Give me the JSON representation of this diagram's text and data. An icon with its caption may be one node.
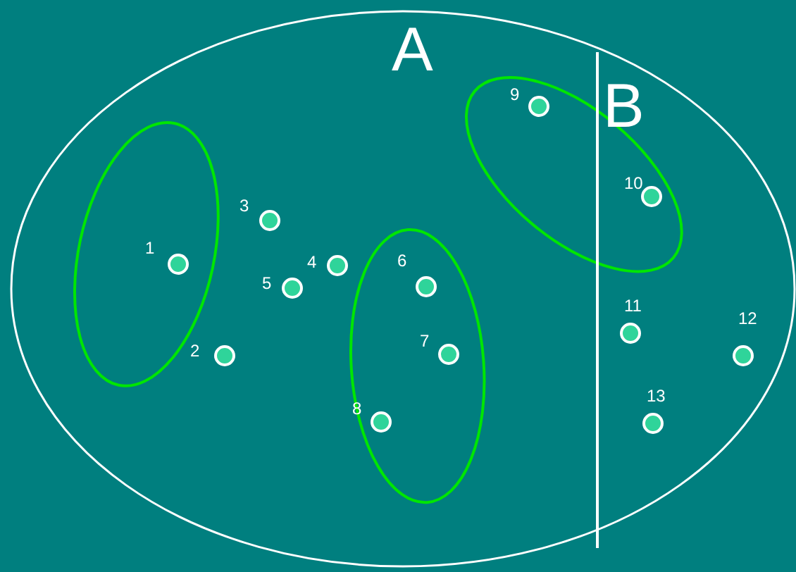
{
  "diagram": {
    "nodes": [
      {
        "text": [
          "A"
        ]
      },
      {
        "text": [],
        "shape": "ellipse",
        "in": 0
      },
      {
        "text": [],
        "shape": "circle",
        "in": 1,
        "beside": [
          "1"
        ]
      },
      {
        "text": [],
        "shape": "circle",
        "in": 0,
        "beside": [
          "2"
        ]
      },
      {
        "text": [],
        "shape": "circle",
        "in": 0,
        "beside": [
          "3"
        ]
      },
      {
        "text": [],
        "shape": "circle",
        "in": 0,
        "beside": [
          "4"
        ]
      },
      {
        "text": [],
        "shape": "circle",
        "in": 0,
        "beside": [
          "5"
        ]
      },
      {
        "text": [],
        "shape": "ellipse",
        "in": 0
      },
      {
        "text": [],
        "shape": "circle",
        "in": 7,
        "beside": [
          "6"
        ]
      },
      {
        "text": [],
        "shape": "circle",
        "in": 7,
        "beside": [
          "7"
        ]
      },
      {
        "text": [],
        "shape": "circle",
        "in": 7,
        "beside": [
          "8"
        ]
      },
      {
        "text": [],
        "shape": "ellipse",
        "in": 0
      },
      {
        "text": [],
        "shape": "circle",
        "in": 11,
        "beside": [
          "9"
        ]
      },
      {
        "text": [],
        "shape": "circle",
        "in": 11,
        "beside": [
          "10"
        ]
      },
      {
        "text": [],
        "shape": "circle",
        "in": 0,
        "beside": [
          "11"
        ]
      },
      {
        "text": [],
        "shape": "circle",
        "in": 0,
        "beside": [
          "12"
        ]
      },
      {
        "text": [],
        "shape": "circle",
        "in": 0,
        "beside": [
          "13"
        ]
      }
    ],
    "edges": [],
    "labels": [
      "B"
    ]
  }
}
